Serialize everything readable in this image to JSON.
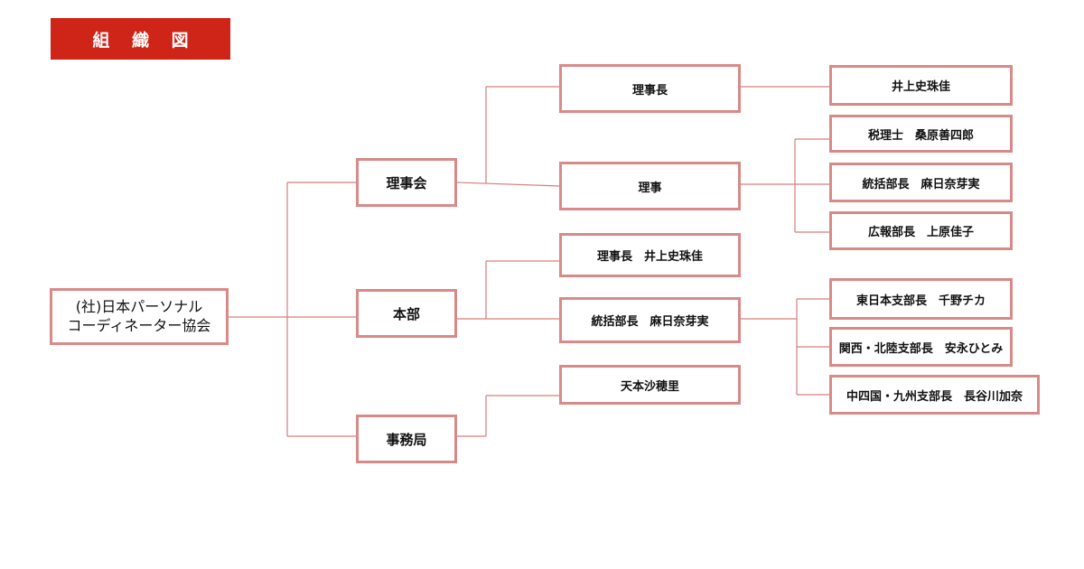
{
  "title": "組 織 図",
  "colors": {
    "accent": "#cf2418",
    "border": "#d88a88",
    "line": "#d67f7d"
  },
  "org": {
    "root": "(社)日本パーソナル\nコーディネーター協会",
    "board": {
      "label": "理事会",
      "chair": {
        "label": "理事長",
        "members": [
          "井上史珠佳"
        ]
      },
      "directors": {
        "label": "理事",
        "members": [
          "税理士　桑原善四郎",
          "統括部長　麻日奈芽実",
          "広報部長　上原佳子"
        ]
      }
    },
    "headquarters": {
      "label": "本部",
      "chair": "理事長　井上史珠佳",
      "general_manager": {
        "label": "統括部長　麻日奈芽実",
        "branches": [
          "東日本支部長　千野チカ",
          "関西・北陸支部長　安永ひとみ",
          "中四国・九州支部長　長谷川加奈"
        ]
      }
    },
    "secretariat": {
      "label": "事務局",
      "members": [
        "天本沙穂里"
      ]
    }
  }
}
